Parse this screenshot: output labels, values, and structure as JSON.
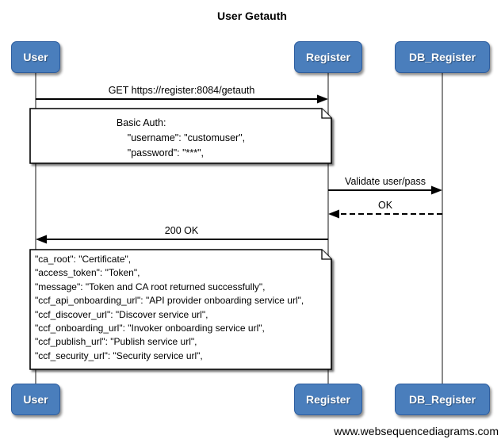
{
  "title": "User Getauth",
  "footer": "www.websequencediagrams.com",
  "actors": [
    {
      "id": "user",
      "label": "User"
    },
    {
      "id": "register",
      "label": "Register"
    },
    {
      "id": "db_register",
      "label": "DB_Register"
    }
  ],
  "messages": [
    {
      "label": "GET https://register:8084/getauth",
      "from": "User",
      "to": "Register",
      "style": "solid"
    },
    {
      "label": "Validate user/pass",
      "from": "Register",
      "to": "DB_Register",
      "style": "solid"
    },
    {
      "label": "OK",
      "from": "DB_Register",
      "to": "Register",
      "style": "dashed"
    },
    {
      "label": "200 OK",
      "from": "Register",
      "to": "User",
      "style": "solid"
    }
  ],
  "notes": [
    {
      "align": "center",
      "lines": [
        "Basic Auth:",
        "    \"username\": \"customuser\",",
        "    \"password\": \"***\","
      ]
    },
    {
      "align": "left",
      "lines": [
        "\"ca_root\": \"Certificate\",",
        "\"access_token\": \"Token\",",
        "\"message\": \"Token and CA root returned successfully\",",
        "\"ccf_api_onboarding_url\": \"API provider onboarding service url\",",
        "\"ccf_discover_url\": \"Discover service url\",",
        "\"ccf_onboarding_url\": \"Invoker onboarding service url\",",
        "\"ccf_publish_url\": \"Publish service url\",",
        "\"ccf_security_url\": \"Security service url\","
      ]
    }
  ],
  "colors": {
    "background": "#ffffff",
    "actor_fill": "#4a7ebc",
    "actor_border": "#2d5d9f",
    "actor_text": "#ffffff",
    "lifeline": "#8a8a8a",
    "note_fill": "#ffffff",
    "note_border": "#000000",
    "arrow": "#000000"
  }
}
